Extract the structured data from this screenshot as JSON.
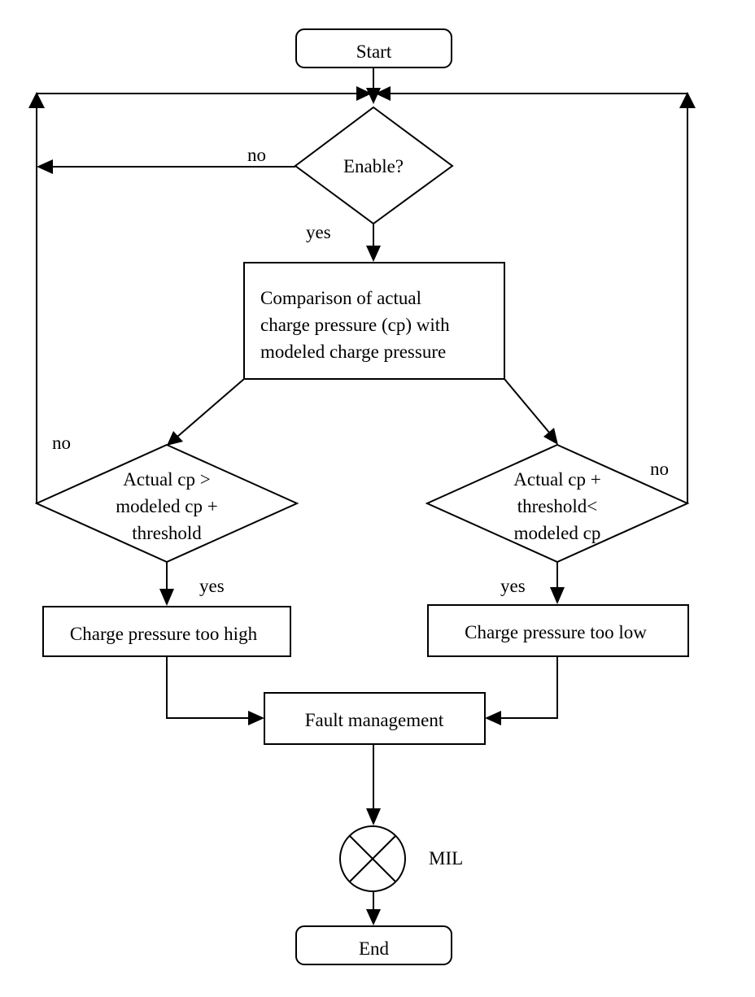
{
  "nodes": {
    "start": "Start",
    "enable": "Enable?",
    "comparison": [
      "Comparison of actual",
      "charge pressure (cp) with",
      "modeled charge pressure"
    ],
    "check_high": [
      "Actual cp >",
      "modeled cp +",
      "threshold"
    ],
    "check_low": [
      "Actual cp +",
      "threshold<",
      "modeled cp"
    ],
    "too_high": "Charge pressure too high",
    "too_low": "Charge pressure too low",
    "fault": "Fault management",
    "mil": "MIL",
    "end": "End"
  },
  "labels": {
    "enable_no": "no",
    "enable_yes": "yes",
    "high_no": "no",
    "high_yes": "yes",
    "low_no": "no",
    "low_yes": "yes"
  }
}
